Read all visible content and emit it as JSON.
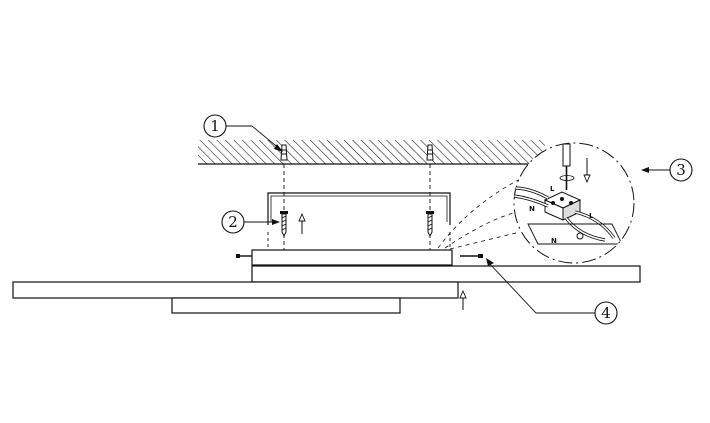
{
  "diagram": {
    "callouts": [
      {
        "id": "1",
        "label": "1"
      },
      {
        "id": "2",
        "label": "2"
      },
      {
        "id": "3",
        "label": "3"
      },
      {
        "id": "4",
        "label": "4"
      }
    ],
    "wiring_labels": [
      {
        "id": "L-top",
        "text": "L"
      },
      {
        "id": "N-top",
        "text": "N"
      },
      {
        "id": "L-bottom",
        "text": "L"
      },
      {
        "id": "N-bottom",
        "text": "N"
      }
    ]
  }
}
